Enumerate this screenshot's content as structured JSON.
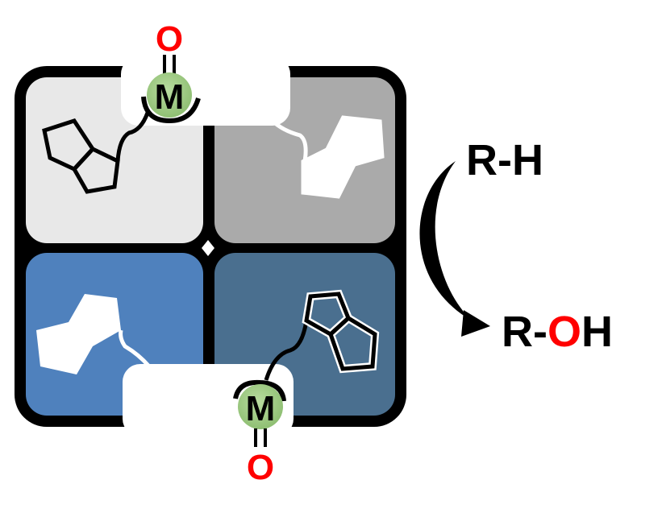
{
  "labels": {
    "metal_top": "M",
    "oxo_top": "O",
    "metal_bottom": "M",
    "oxo_bottom": "O",
    "substrate": "R-H",
    "product_prefix": "R-",
    "product_o": "O",
    "product_suffix": "H"
  },
  "colors": {
    "quadrant_top_left": "#e8e8e8",
    "quadrant_top_right": "#aaaaaa",
    "quadrant_bottom_left": "#4f81bd",
    "quadrant_bottom_right": "#4a6f8f",
    "metal": "#a9d18e",
    "oxygen": "#ff0000"
  }
}
